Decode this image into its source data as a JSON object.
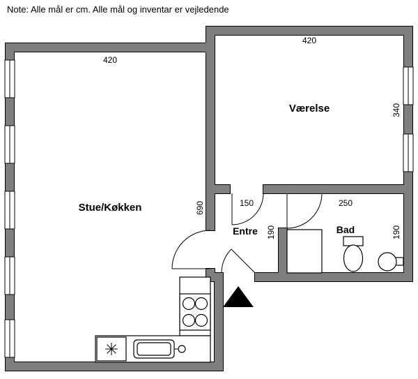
{
  "note": "Note: Alle mål er cm. Alle mål og inventar er vejledende",
  "rooms": {
    "stue": {
      "label": "Stue/Køkken"
    },
    "vaerelse": {
      "label": "Værelse"
    },
    "entre": {
      "label": "Entre"
    },
    "bad": {
      "label": "Bad"
    }
  },
  "dimensions": {
    "stue_width": "420",
    "stue_height": "690",
    "vaerelse_width": "420",
    "vaerelse_height": "340",
    "entre_width": "150",
    "entre_height": "190",
    "bad_width": "250",
    "bad_height": "190"
  },
  "colors": {
    "wall_fill": "#7f7f7f",
    "outline": "#000000",
    "background": "#ffffff",
    "entrance_marker": "#000000"
  },
  "symbols": {
    "entrance_marker": "filled-triangle-up",
    "door": "quarter-arc-swing",
    "window": "white-gap-with-glass-line",
    "stove": "four-burner-circles",
    "dishwasher": "asterisk-star",
    "kitchen_sink": "basin-with-faucet",
    "shower": "square",
    "toilet": "cistern-and-oval-bowl",
    "washbasin": "circle-with-tap"
  }
}
